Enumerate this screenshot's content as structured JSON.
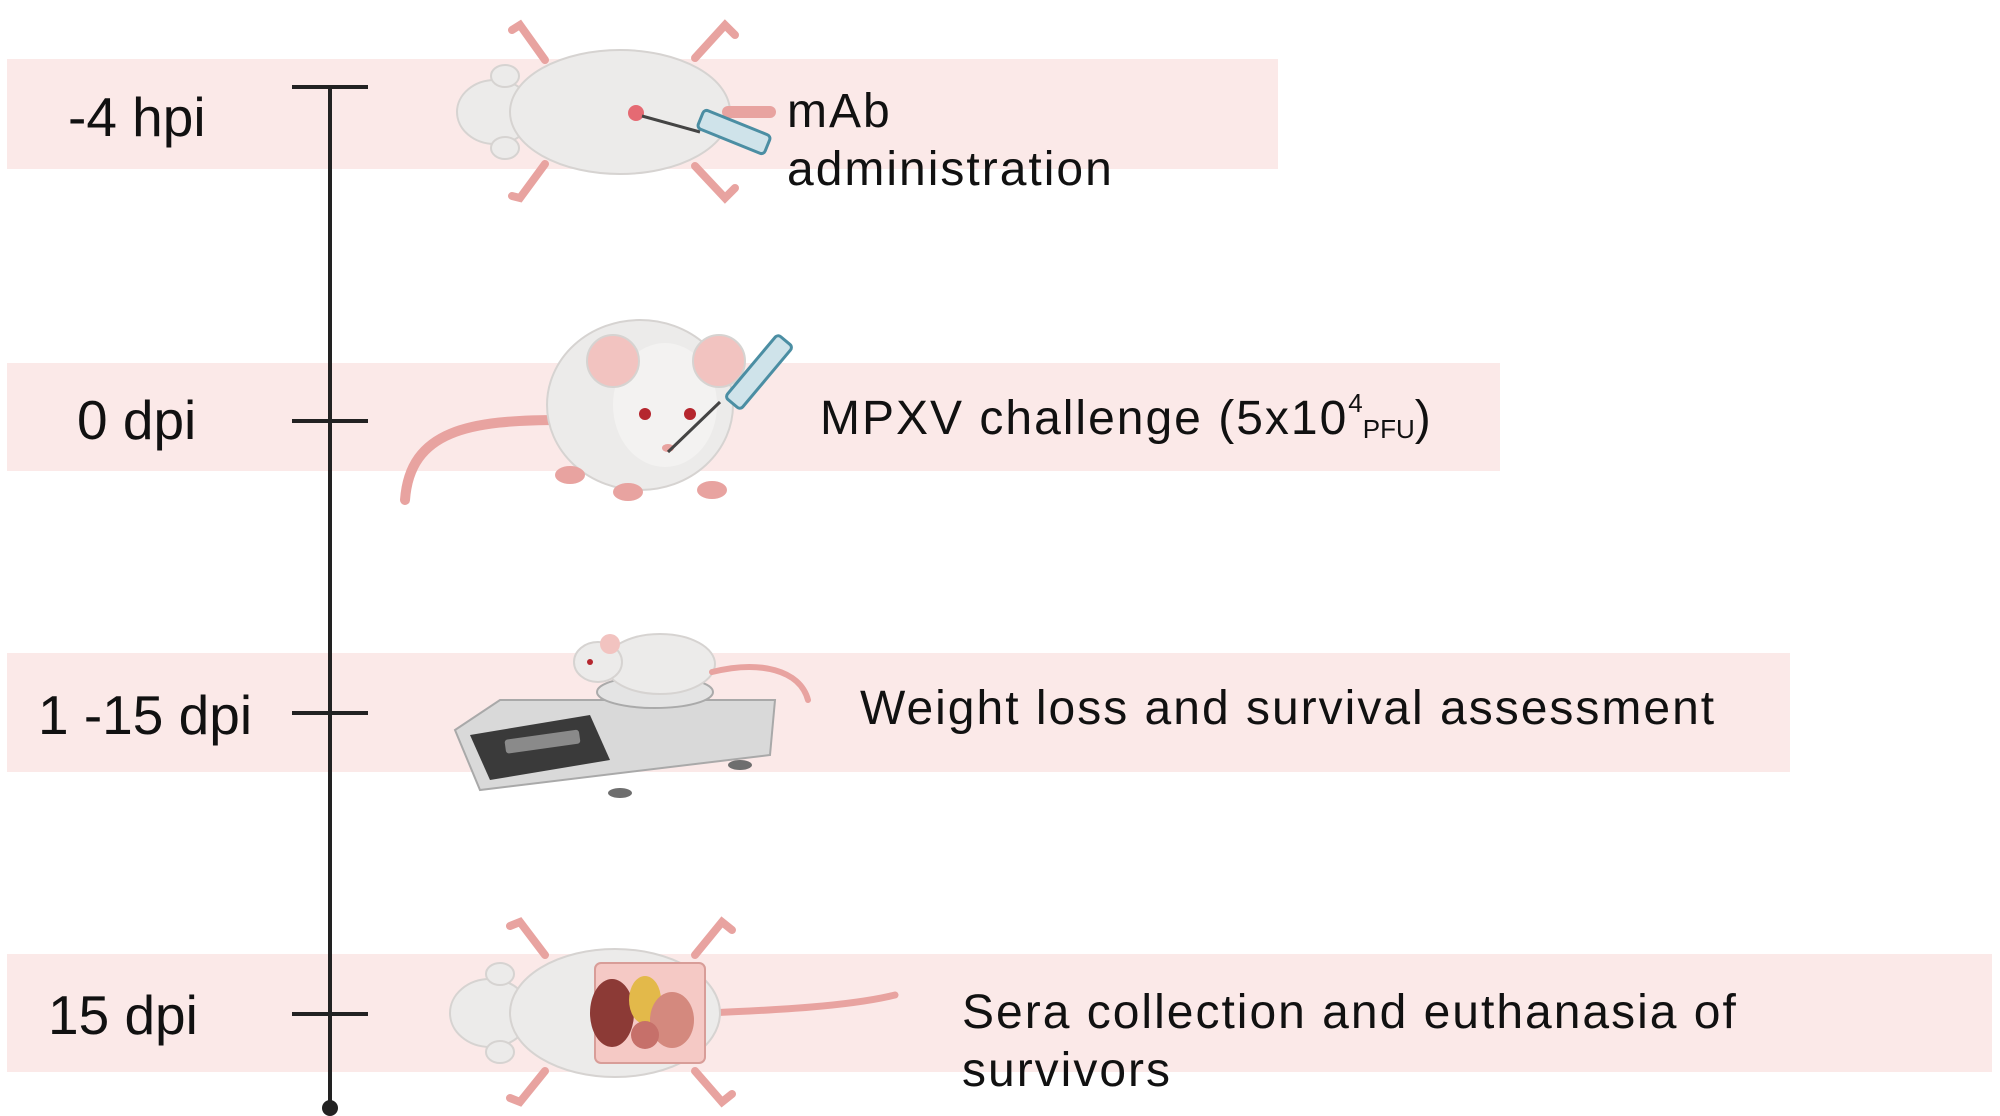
{
  "timeline": [
    {
      "time": "-4 hpi",
      "description_lines": [
        "mAb",
        "administration"
      ]
    },
    {
      "time": "0 dpi",
      "description_main": "MPXV challenge (5x10",
      "description_sup": "4",
      "description_sub": "PFU",
      "description_end": ")"
    },
    {
      "time": "1 -15 dpi",
      "description_lines": [
        "Weight loss and survival assessment"
      ]
    },
    {
      "time": "15 dpi",
      "description_lines": [
        "Sera collection and euthanasia of",
        "survivors"
      ]
    }
  ],
  "icons": [
    "mouse-injection-icon",
    "mouse-challenge-icon",
    "mouse-on-scale-icon",
    "dissected-mouse-icon"
  ],
  "colors": {
    "band": "#fbe9e8",
    "axis": "#222222",
    "mouse_body": "#ecebea",
    "mouse_pink": "#e8a3a0"
  }
}
